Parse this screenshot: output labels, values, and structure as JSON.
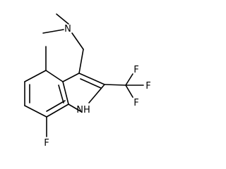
{
  "molecule": {
    "atoms": {
      "amine_n": "N",
      "ring_nh": "NH",
      "fluoro_ring": "F",
      "cf3_f_top": "F",
      "cf3_f_right": "F",
      "cf3_f_bottom": "F"
    }
  }
}
